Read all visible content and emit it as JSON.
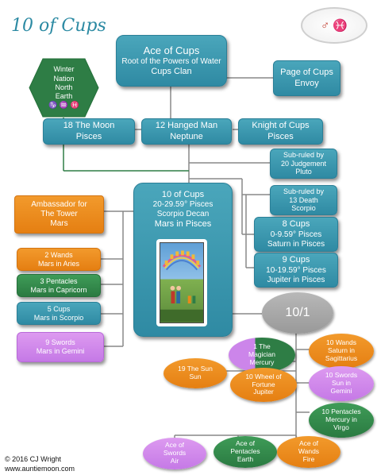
{
  "title": "10 of Cups",
  "symbols": {
    "mars": "♂",
    "pisces": "♓",
    "mars_color": "#c0392b",
    "pisces_color": "#2c8aa3"
  },
  "hexagon": [
    "Winter",
    "Nation",
    "North",
    "Earth",
    "♑ ♒ ♓"
  ],
  "ace": {
    "line1": "Ace of Cups",
    "line2": "Root of the Powers of Water",
    "line3": "Cups Clan"
  },
  "page_cups": [
    "Page of Cups",
    "Envoy"
  ],
  "moon": [
    "18 The Moon",
    "Pisces"
  ],
  "hanged": [
    "12 Hanged Man",
    "Neptune"
  ],
  "knight": [
    "Knight of Cups",
    "Pisces"
  ],
  "subjudgement": [
    "Sub-ruled by",
    "20 Judgement",
    "Pluto"
  ],
  "subdeath": [
    "Sub-ruled by",
    "13 Death",
    "Scorpio"
  ],
  "main": [
    "10 of Cups",
    "20-29.59° Pisces",
    "Scorpio Decan",
    "Mars in Pisces"
  ],
  "cups8": [
    "8 Cups",
    "0-9.59° Pisces",
    "Saturn in Pisces"
  ],
  "cups9": [
    "9 Cups",
    "10-19.59° Pisces",
    "Jupiter in Pisces"
  ],
  "ambassador": [
    "Ambassador for",
    "The Tower",
    "Mars"
  ],
  "wands2": [
    "2 Wands",
    "Mars in Aries"
  ],
  "pentacles3": [
    "3 Pentacles",
    "Mars in Capricorn"
  ],
  "cups5": [
    "5 Cups",
    "Mars in Scorpio"
  ],
  "swords9": [
    "9 Swords",
    "Mars in Gemini"
  ],
  "number": "10/1",
  "magician": [
    "1 The",
    "Magician",
    "Mercury"
  ],
  "wands10": [
    "10 Wands",
    "Saturn in",
    "Sagittarius"
  ],
  "sun": [
    "19 The Sun",
    "Sun"
  ],
  "wheel": [
    "10 Wheel of",
    "Fortune",
    "Jupiter"
  ],
  "swords10": [
    "10 Swords",
    "Sun in",
    "Gemini"
  ],
  "pentacles10": [
    "10 Pentacles",
    "Mercury in",
    "Virgo"
  ],
  "aceswords": [
    "Ace of",
    "Swords",
    "Air"
  ],
  "acepentacles": [
    "Ace of",
    "Pentacles",
    "Earth"
  ],
  "acewands": [
    "Ace of",
    "Wands",
    "Fire"
  ],
  "copyright": "© 2016 CJ Wright",
  "website": "www.auntiemoon.com",
  "colors": {
    "teal": "#2f8aa3",
    "orange": "#e88a1a",
    "green": "#2e7d45",
    "purple": "#cc85ea",
    "gray": "#a9a9a9"
  }
}
